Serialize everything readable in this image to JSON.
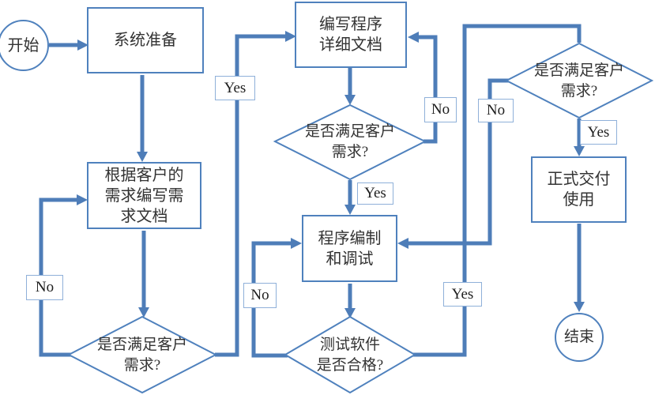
{
  "diagram_type": "flowchart",
  "colors": {
    "connector": "#4e7db8",
    "shape_border": "#4f81bd",
    "label_box_border": "#8fb0d9",
    "text": "#333333",
    "background": "#ffffff"
  },
  "nodes": {
    "start": {
      "shape": "circle",
      "lines": [
        "开始"
      ]
    },
    "system_prep": {
      "shape": "rect",
      "lines": [
        "系统准备"
      ]
    },
    "write_req_doc": {
      "shape": "rect",
      "lines": [
        "根据客户的",
        "需求编写需",
        "求文档"
      ]
    },
    "decision_req": {
      "shape": "diamond",
      "lines": [
        "是否满足客户",
        "需求?"
      ]
    },
    "write_detail_doc": {
      "shape": "rect",
      "lines": [
        "编写程序",
        "详细文档"
      ]
    },
    "decision_detail": {
      "shape": "diamond",
      "lines": [
        "是否满足客户",
        "需求?"
      ]
    },
    "coding_debug": {
      "shape": "rect",
      "lines": [
        "程序编制",
        "和调试"
      ]
    },
    "decision_test": {
      "shape": "diamond",
      "lines": [
        "测试软件",
        "是否合格?"
      ]
    },
    "decision_accept": {
      "shape": "diamond",
      "lines": [
        "是否满足客户",
        "需求?"
      ]
    },
    "delivery": {
      "shape": "rect",
      "lines": [
        "正式交付",
        "使用"
      ]
    },
    "end": {
      "shape": "circle",
      "lines": [
        "结束"
      ]
    }
  },
  "edge_labels": {
    "req_no": "No",
    "req_yes": "Yes",
    "detail_no": "No",
    "detail_yes": "Yes",
    "test_no": "No",
    "test_yes": "Yes",
    "accept_no": "No",
    "accept_yes": "Yes"
  },
  "edges": [
    {
      "from": "start",
      "to": "system_prep",
      "label": ""
    },
    {
      "from": "system_prep",
      "to": "write_req_doc",
      "label": ""
    },
    {
      "from": "write_req_doc",
      "to": "decision_req",
      "label": ""
    },
    {
      "from": "decision_req",
      "to": "write_req_doc",
      "label": "No"
    },
    {
      "from": "decision_req",
      "to": "write_detail_doc",
      "label": "Yes"
    },
    {
      "from": "write_detail_doc",
      "to": "decision_detail",
      "label": ""
    },
    {
      "from": "decision_detail",
      "to": "write_detail_doc",
      "label": "No"
    },
    {
      "from": "decision_detail",
      "to": "coding_debug",
      "label": "Yes"
    },
    {
      "from": "coding_debug",
      "to": "decision_test",
      "label": ""
    },
    {
      "from": "decision_test",
      "to": "coding_debug",
      "label": "No"
    },
    {
      "from": "decision_test",
      "to": "decision_accept",
      "label": "Yes"
    },
    {
      "from": "decision_accept",
      "to": "coding_debug",
      "label": "No"
    },
    {
      "from": "decision_accept",
      "to": "delivery",
      "label": "Yes"
    },
    {
      "from": "delivery",
      "to": "end",
      "label": ""
    }
  ]
}
